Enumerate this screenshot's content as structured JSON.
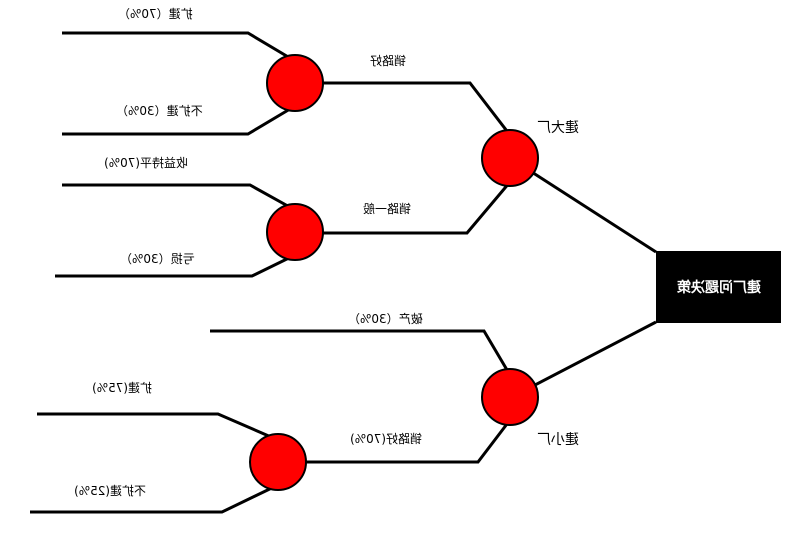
{
  "root": {
    "label": "建厂问题决策"
  },
  "branches": {
    "big": {
      "label": "建大厂"
    },
    "small": {
      "label": "建小厂"
    }
  },
  "outcomes": {
    "big_good": "销路好",
    "big_normal": "销路一般",
    "small_bankrupt": "破产（30%）",
    "small_good": "销路好(70%)"
  },
  "leaves": {
    "expand_70": "扩建（70%）",
    "no_expand_30": "不扩建（30%）",
    "break_even_70": "收益持平(70%)",
    "loss_30": "亏损（30%）",
    "expand_75": "扩建(75%)",
    "no_expand_25": "不扩建(25%)"
  },
  "colors": {
    "node_fill": "#ff0000",
    "line": "#000000",
    "root_fill": "#000000",
    "root_text": "#ffffff"
  }
}
